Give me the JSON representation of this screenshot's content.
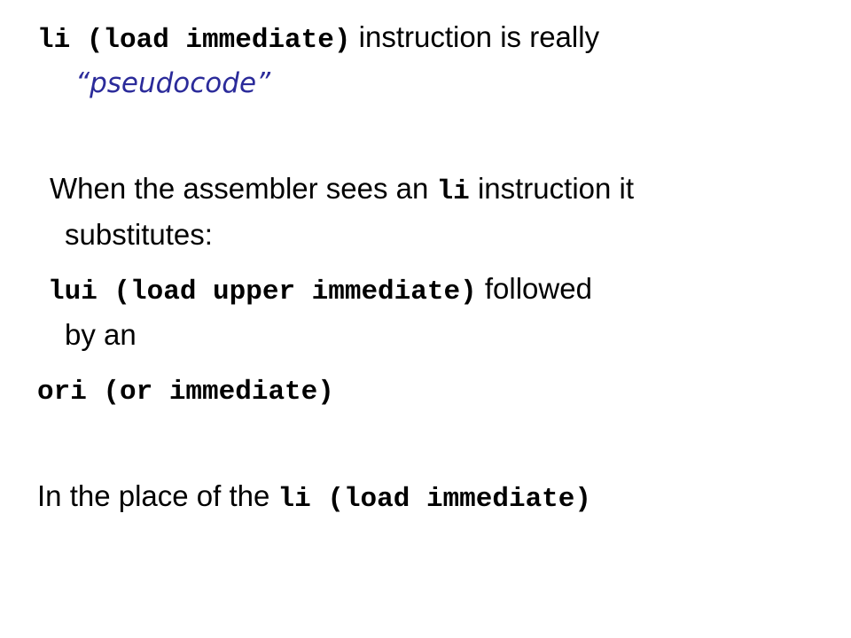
{
  "slide": {
    "block1": {
      "code": "li (load immediate)",
      "text": " instruction is really",
      "quote_open": "“",
      "term": "pseudocode",
      "quote_close": "”"
    },
    "block2": {
      "text_before": "When the assembler sees an ",
      "code": "li",
      "text_after": " instruction it",
      "cont": "substitutes:"
    },
    "block3": {
      "code": "lui (load upper immediate)",
      "text": " followed",
      "cont": "by an"
    },
    "block4": {
      "code": "ori (or immediate)"
    },
    "block5": {
      "text": "In the place of the ",
      "code": "li (load immediate)"
    }
  }
}
